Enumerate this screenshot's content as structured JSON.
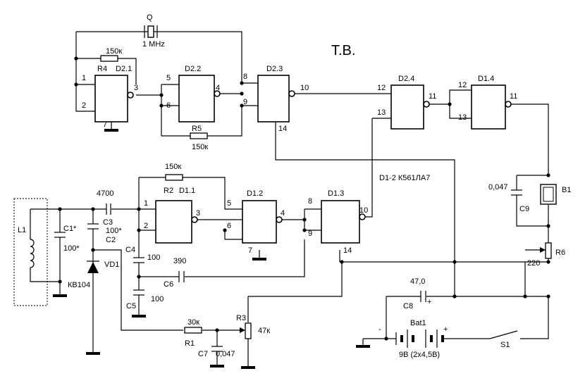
{
  "title": "Т.В.",
  "ic_note": "D1-2 К561ЛА7",
  "gates": {
    "d21": "D2.1",
    "d22": "D2.2",
    "d23": "D2.3",
    "d24": "D2.4",
    "d11": "D1.1",
    "d12": "D1.2",
    "d13": "D1.3",
    "d14": "D1.4"
  },
  "pins": {
    "p1": "1",
    "p2": "2",
    "p3": "3",
    "p4": "4",
    "p5": "5",
    "p6": "6",
    "p7": "7",
    "p8": "8",
    "p9": "9",
    "p10": "10",
    "p11": "11",
    "p12": "12",
    "p13": "13",
    "p14": "14"
  },
  "components": {
    "q_name": "Q",
    "q_value": "1 MHz",
    "r4_name": "R4",
    "r4_value": "150к",
    "r5_name": "R5",
    "r5_value": "150к",
    "r2_name": "R2",
    "r2_value": "150к",
    "l1_name": "L1",
    "c1_name": "C1*",
    "c1_value": "100*",
    "c2_name": "C2",
    "c2_value": "100*",
    "c3_name": "C3",
    "c3_value": "4700",
    "vd1_name": "VD1",
    "vd1_value": "КВ104",
    "c4_name": "C4",
    "c4_value": "100",
    "c5_name": "C5",
    "c5_value": "100",
    "c6_name": "C6",
    "c6_value": "390",
    "r1_name": "R1",
    "r1_value": "30к",
    "c7_name": "C7",
    "c7_value": "0,047",
    "r3_name": "R3",
    "r3_value": "47к",
    "c9_name": "C9",
    "c9_value": "0,047",
    "b1_name": "B1",
    "r6_name": "R6",
    "r6_value": "220",
    "c8_name": "C8",
    "c8_value": "47,0",
    "bat_name": "Bat1",
    "bat_value": "9В (2х4,5В)",
    "s1_name": "S1",
    "minus": "-",
    "plus": "+",
    "c8_plus": "+"
  }
}
